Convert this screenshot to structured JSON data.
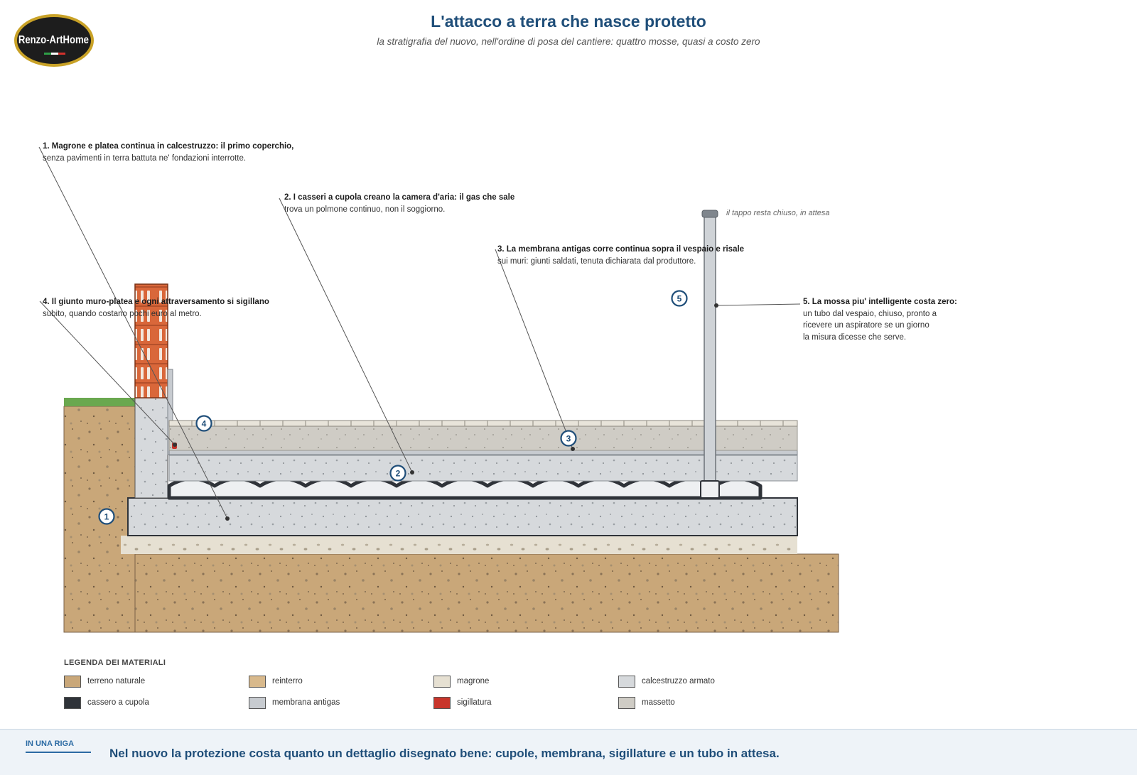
{
  "header": {
    "logo_text": "Renzo-ArtHome",
    "title": "L'attacco a terra che nasce protetto",
    "subtitle": "la stratigrafia del nuovo, nell'ordine di posa del cantiere: quattro mosse, quasi a costo zero"
  },
  "callouts": [
    {
      "num": "1",
      "heading": "1. Magrone e platea continua in calcestruzzo: il primo coperchio,",
      "body": "senza pavimenti in terra battuta ne' fondazioni interrotte."
    },
    {
      "num": "2",
      "heading": "2. I casseri a cupola creano la camera d'aria: il gas che sale",
      "body": "trova un polmone continuo, non il soggiorno."
    },
    {
      "num": "3",
      "heading": "3. La membrana antigas corre continua sopra il vespaio e risale",
      "body": "sui muri: giunti saldati, tenuta dichiarata dal produttore."
    },
    {
      "num": "4",
      "heading": "4. Il giunto muro-platea e ogni attraversamento si sigillano",
      "body": "subito, quando costano pochi euro al metro."
    },
    {
      "num": "5",
      "heading": "5. La mossa piu' intelligente costa zero:",
      "body_lines": [
        "un tubo dal vespaio, chiuso, pronto a",
        "ricevere un aspiratore se un giorno",
        "la misura dicesse che serve."
      ]
    }
  ],
  "pipe_note": "il tappo resta chiuso, in attesa",
  "legend": {
    "title": "LEGENDA DEI MATERIALI",
    "items": [
      {
        "label": "terreno naturale",
        "color": "#c9a779"
      },
      {
        "label": "reinterro",
        "color": "#d8b98c"
      },
      {
        "label": "magrone",
        "color": "#e6e0d2"
      },
      {
        "label": "calcestruzzo armato",
        "color": "#d6d9dc"
      },
      {
        "label": "cassero a cupola",
        "color": "#2f3339"
      },
      {
        "label": "membrana antigas",
        "color": "#c7cbd0"
      },
      {
        "label": "sigillatura",
        "color": "#c8352b"
      },
      {
        "label": "massetto",
        "color": "#cfccc5"
      }
    ]
  },
  "footer": {
    "tag": "IN UNA RIGA",
    "text": "Nel nuovo la protezione costa quanto un dettaglio disegnato bene: cupole, membrana, sigillature e un tubo in attesa."
  },
  "colors": {
    "accent": "#1f4e79",
    "soil": "#c9a779",
    "grass": "#6aa84f",
    "brick": "#d9673a",
    "seal": "#c8352b"
  }
}
